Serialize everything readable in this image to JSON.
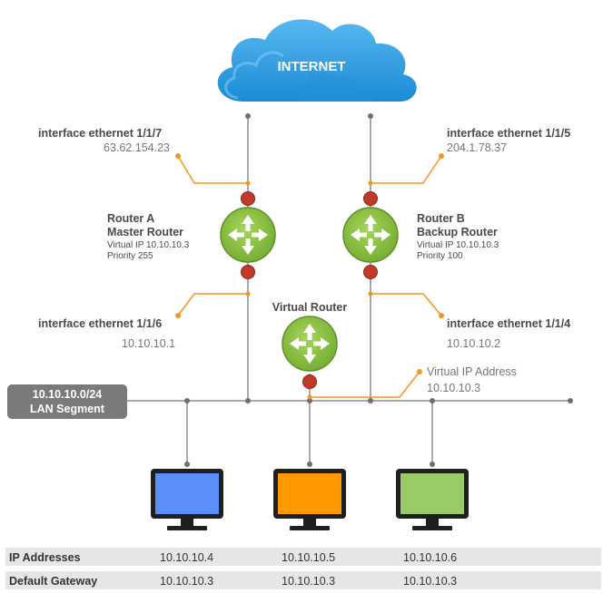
{
  "cloud": {
    "label": "INTERNET"
  },
  "router_a": {
    "iface_top": "interface ethernet 1/1/7",
    "ip_top": "63.62.154.23",
    "name": "Router A",
    "role": "Master Router",
    "vip": "Virtual IP 10.10.10.3",
    "priority": "Priority 255",
    "iface_bottom": "interface ethernet 1/1/6",
    "ip_bottom": "10.10.10.1"
  },
  "router_b": {
    "iface_top": "interface ethernet 1/1/5",
    "ip_top": "204.1.78.37",
    "name": "Router B",
    "role": "Backup Router",
    "vip": "Virtual IP 10.10.10.3",
    "priority": "Priority 100",
    "iface_bottom": "interface ethernet 1/1/4",
    "ip_bottom": "10.10.10.2"
  },
  "virtual_router": {
    "title": "Virtual Router",
    "vip_label": "Virtual IP Address",
    "vip_value": "10.10.10.3"
  },
  "lan": {
    "subnet": "10.10.10.0/24",
    "label": "LAN Segment"
  },
  "hosts": [
    {
      "color": "#5b8ff9",
      "ip": "10.10.10.4",
      "gateway": "10.10.10.3"
    },
    {
      "color": "#ff9900",
      "ip": "10.10.10.5",
      "gateway": "10.10.10.3"
    },
    {
      "color": "#99cc66",
      "ip": "10.10.10.6",
      "gateway": "10.10.10.3"
    }
  ],
  "table": {
    "ip_header": "IP Addresses",
    "gateway_header": "Default Gateway"
  },
  "colors": {
    "router_green": "#8cc63f",
    "interface_red": "#c0392b",
    "leader_orange": "#f7941d",
    "cloud_blue": "#2e9fe0",
    "lan_box": "#7a7a7a",
    "table_row": "#e6e6e6"
  }
}
